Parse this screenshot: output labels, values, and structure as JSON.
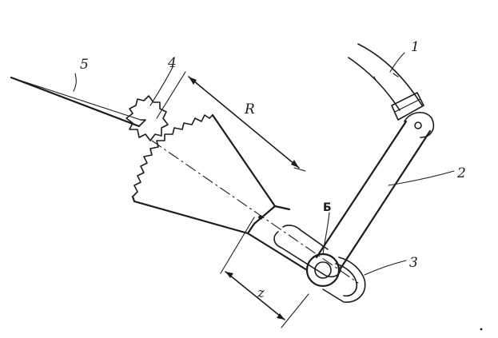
{
  "labels": {
    "part_1": "1",
    "part_2": "2",
    "part_3": "3",
    "part_4": "4",
    "part_5": "5",
    "radius": "R",
    "offset": "z",
    "point_b": "Б"
  }
}
